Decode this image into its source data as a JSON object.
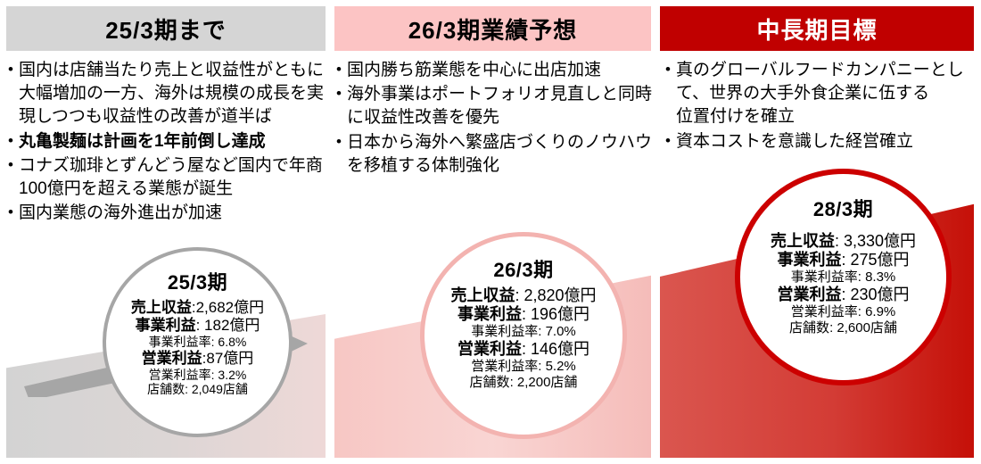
{
  "columns": [
    {
      "id": "past",
      "header": "25/3期まで",
      "header_bg": "#d5d5d5",
      "header_color": "#000000",
      "bullets": [
        {
          "text": "国内は店舗当たり売上と収益性がともに大幅増加の一方、海外は規模の成長を実現しつつも収益性の改善が道半ば",
          "bold": false
        },
        {
          "text": "丸亀製麺は計画を1年前倒し達成",
          "bold": true
        },
        {
          "text": "コナズ珈琲とずんどう屋など国内で年商100億円を超える業態が誕生",
          "bold": false
        },
        {
          "text": "国内業態の海外進出が加速",
          "bold": false
        }
      ],
      "circle": {
        "title": "25/3期",
        "border_color": "#a6a6a6",
        "rows": [
          {
            "label": "売上収益",
            "value": ":2,682億円",
            "size": "major"
          },
          {
            "label": "事業利益",
            "value": ": 182億円",
            "size": "major"
          },
          {
            "label": "事業利益率",
            "value": ": 6.8%",
            "size": "minor"
          },
          {
            "label": "営業利益",
            "value": ":87億円",
            "size": "major"
          },
          {
            "label": "営業利益率",
            "value": ": 3.2%",
            "size": "minor"
          },
          {
            "label": "店舗数",
            "value": ": 2,049店舗",
            "size": "minor",
            "plain": true
          }
        ]
      }
    },
    {
      "id": "forecast",
      "header": "26/3期業績予想",
      "header_bg": "#fcc4c4",
      "header_color": "#000000",
      "bullets": [
        {
          "text": "国内勝ち筋業態を中心に出店加速",
          "bold": false
        },
        {
          "text": "海外事業はポートフォリオ見直しと同時に収益性改善を優先",
          "bold": false
        },
        {
          "text": "日本から海外へ繁盛店づくりのノウハウを移植する体制強化",
          "bold": false
        }
      ],
      "circle": {
        "title": "26/3期",
        "border_color": "#f3b3b0",
        "rows": [
          {
            "label": "売上収益",
            "value": ": 2,820億円",
            "size": "major"
          },
          {
            "label": "事業利益",
            "value": ": 196億円",
            "size": "major"
          },
          {
            "label": "事業利益率",
            "value": ": 7.0%",
            "size": "minor"
          },
          {
            "label": "営業利益",
            "value": ": 146億円",
            "size": "major"
          },
          {
            "label": "営業利益率",
            "value": ": 5.2%",
            "size": "minor"
          },
          {
            "label": "店舗数",
            "value": ": 2,200店舗",
            "size": "minor",
            "plain": true
          }
        ]
      }
    },
    {
      "id": "longterm",
      "header": "中長期目標",
      "header_bg": "#c00000",
      "header_color": "#ffffff",
      "bullets": [
        {
          "text": "真のグローバルフードカンパニーとして、",
          "bold": true,
          "cont": [
            "世界の大手外食企業に伍する",
            "位置付けを確立"
          ]
        },
        {
          "text": "資本コストを意識した経営確立",
          "bold": false
        }
      ],
      "circle": {
        "title": "28/3期",
        "border_color": "#cc0000",
        "rows": [
          {
            "label": "売上収益",
            "value": ": 3,330億円",
            "size": "major"
          },
          {
            "label": "事業利益",
            "value": ": 275億円",
            "size": "major"
          },
          {
            "label": "事業利益率",
            "value": ": 8.3%",
            "size": "minor"
          },
          {
            "label": "営業利益",
            "value": ": 230億円",
            "size": "major"
          },
          {
            "label": "営業利益率",
            "value": ": 6.9%",
            "size": "minor"
          },
          {
            "label": "店舗数",
            "value": ": 2,600店舗",
            "size": "minor",
            "plain": true
          }
        ]
      }
    }
  ],
  "bullet_marker": "•",
  "arrow_color": "#a6a6a6"
}
